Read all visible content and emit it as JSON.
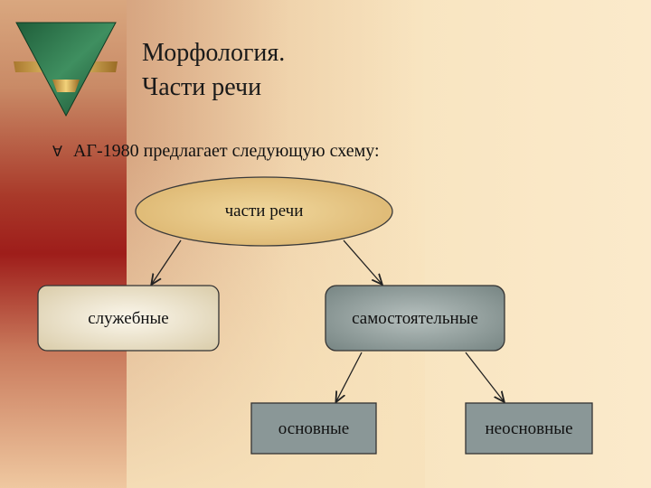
{
  "slide": {
    "title_line1": "Морфология.",
    "title_line2": "Части речи",
    "bullet_text": "АГ-1980 предлагает следующую схему:",
    "bullet_icon": "check-arrow-icon"
  },
  "diagram": {
    "root": "части речи",
    "left_child": "служебные",
    "right_child": "самостоятельные",
    "right_left_child": "основные",
    "right_right_child": "неосновные"
  },
  "colors": {
    "root_fill": "#e9c98a",
    "left_fill": "#f4ecd8",
    "right_fill": "#8e9b9b",
    "leaf_fill": "#8a9797",
    "logo_green": "#2f7a4d"
  }
}
